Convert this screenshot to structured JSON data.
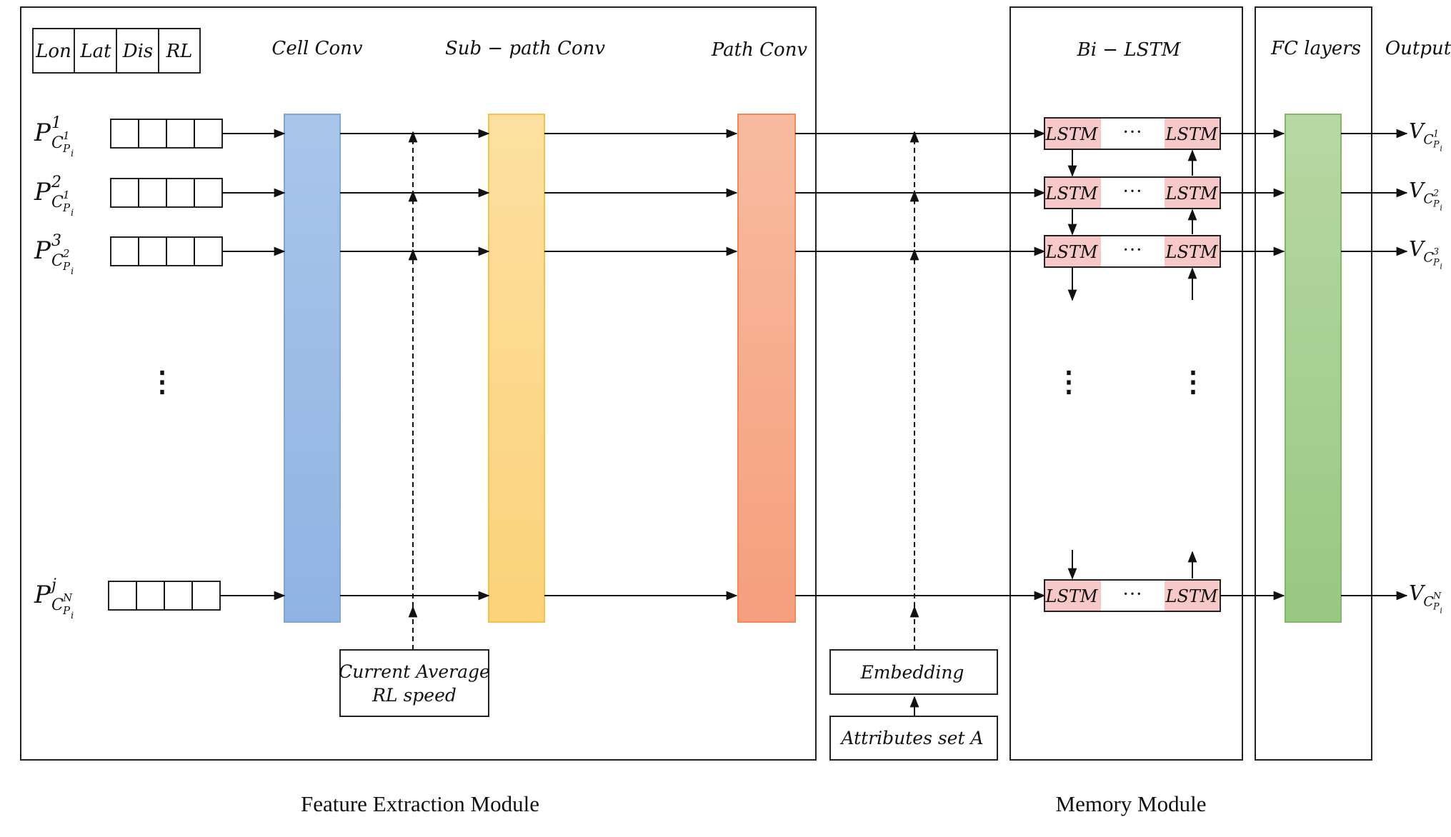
{
  "header": {
    "fields": [
      "Lon",
      "Lat",
      "Dis",
      "RL"
    ],
    "cell_conv": "Cell Conv",
    "subpath_conv": "Sub − path Conv",
    "path_conv": "Path Conv",
    "bilstm": "Bi − LSTM",
    "fc_layers": "FC layers",
    "output": "Output"
  },
  "inputs": [
    {
      "base": "P",
      "sup": "1",
      "sub": "C",
      "sub_sup": "1",
      "sub_sub": "P",
      "sub_sub_sub": "i"
    },
    {
      "base": "P",
      "sup": "2",
      "sub": "C",
      "sub_sup": "1",
      "sub_sub": "P",
      "sub_sub_sub": "i"
    },
    {
      "base": "P",
      "sup": "3",
      "sub": "C",
      "sub_sup": "2",
      "sub_sub": "P",
      "sub_sub_sub": "i"
    },
    {
      "base": "P",
      "sup": "j",
      "sub": "C",
      "sub_sup": "N",
      "sub_sub": "P",
      "sub_sub_sub": "i"
    }
  ],
  "outputs": [
    {
      "base": "V",
      "sub": "C",
      "sub_sup": "1",
      "sub_sub": "P",
      "sub_sub_sub": "i"
    },
    {
      "base": "V",
      "sub": "C",
      "sub_sup": "2",
      "sub_sub": "P",
      "sub_sub_sub": "i"
    },
    {
      "base": "V",
      "sub": "C",
      "sub_sup": "3",
      "sub_sub": "P",
      "sub_sub_sub": "i"
    },
    {
      "base": "V",
      "sub": "C",
      "sub_sup": "N",
      "sub_sub": "P",
      "sub_sub_sub": "i"
    }
  ],
  "lstm_label": "LSTM",
  "ellipsis": "···",
  "vdots": "⋮",
  "speed_box": [
    "Current Average",
    "RL speed"
  ],
  "embedding": "Embedding",
  "attributes": "Attributes set A",
  "modules": {
    "feature": "Feature Extraction Module",
    "memory": "Memory Module"
  },
  "colors": {
    "cell_conv": [
      "#a9c6ea",
      "#8fb3e3"
    ],
    "subpath_conv": [
      "#fde0a0",
      "#fcd27a"
    ],
    "path_conv": [
      "#f8bba0",
      "#f59f7c"
    ],
    "fc_layers": [
      "#b7d8a3",
      "#98c882"
    ],
    "lstm_fill": "#f7c8c8"
  }
}
